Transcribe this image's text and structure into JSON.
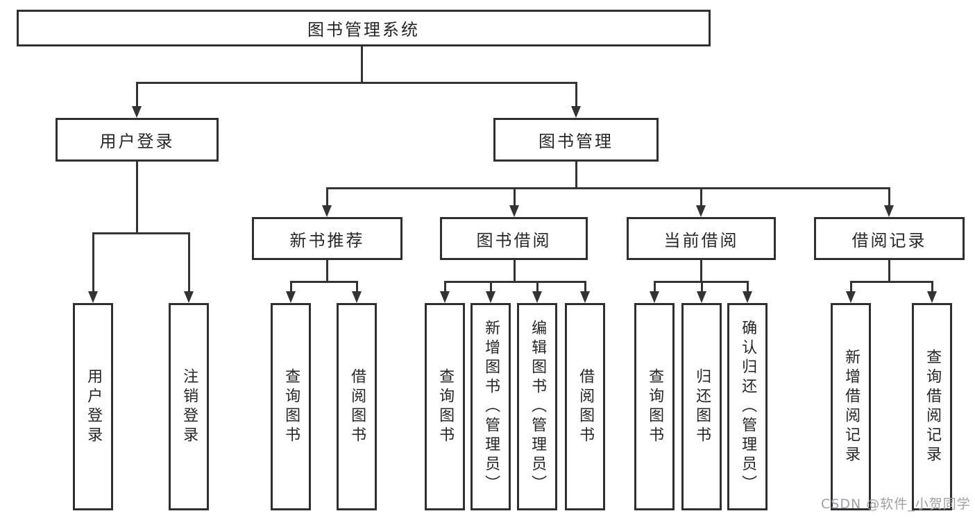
{
  "tree": {
    "root": {
      "label": "图书管理系统"
    },
    "login": {
      "label": "用户登录",
      "children": [
        {
          "label": "用户登录"
        },
        {
          "label": "注销登录"
        }
      ]
    },
    "management": {
      "label": "图书管理",
      "sections": [
        {
          "label": "新书推荐",
          "children": [
            {
              "label": "查询图书"
            },
            {
              "label": "借阅图书"
            }
          ]
        },
        {
          "label": "图书借阅",
          "children": [
            {
              "label": "查询图书"
            },
            {
              "label": "新增图书（管理员）"
            },
            {
              "label": "编辑图书（管理员）"
            },
            {
              "label": "借阅图书"
            }
          ]
        },
        {
          "label": "当前借阅",
          "children": [
            {
              "label": "查询图书"
            },
            {
              "label": "归还图书"
            },
            {
              "label": "确认归还（管理员）"
            }
          ]
        },
        {
          "label": "借阅记录",
          "children": [
            {
              "label": "新增借阅记录"
            },
            {
              "label": "查询借阅记录"
            }
          ]
        }
      ]
    }
  },
  "watermark": {
    "text": "CSDN @软件_小贺同学",
    "color": "#9fa0a6"
  },
  "colors": {
    "line": "#333333",
    "box_border": "#2f2f2f",
    "text": "#262626",
    "background": "#ffffff"
  }
}
